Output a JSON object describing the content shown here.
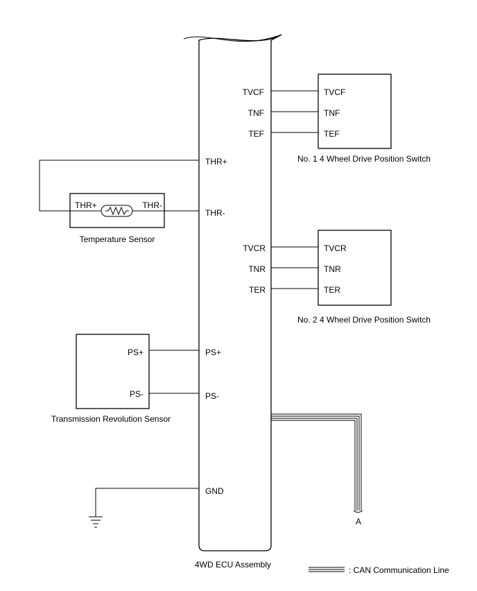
{
  "ecu": {
    "name": "4WD ECU Assembly",
    "pins": {
      "tvcf": "TVCF",
      "tnf": "TNF",
      "tef": "TEF",
      "thr_plus": "THR+",
      "thr_minus": "THR-",
      "tvcr": "TVCR",
      "tnr": "TNR",
      "ter": "TER",
      "ps_plus": "PS+",
      "ps_minus": "PS-",
      "gnd": "GND"
    }
  },
  "switch1": {
    "name": "No. 1 4 Wheel Drive Position Switch",
    "pins": [
      "TVCF",
      "TNF",
      "TEF"
    ]
  },
  "switch2": {
    "name": "No. 2 4 Wheel Drive Position Switch",
    "pins": [
      "TVCR",
      "TNR",
      "TER"
    ]
  },
  "temp_sensor": {
    "name": "Temperature Sensor",
    "pin_plus": "THR+",
    "pin_minus": "THR-"
  },
  "rev_sensor": {
    "name": "Transmission Revolution Sensor",
    "pin_plus": "PS+",
    "pin_minus": "PS-"
  },
  "can": {
    "end_label": "A",
    "legend": ": CAN Communication Line"
  },
  "icons": [
    "resistor-icon",
    "ground-icon"
  ]
}
